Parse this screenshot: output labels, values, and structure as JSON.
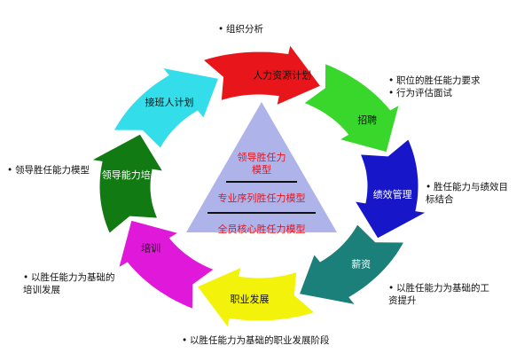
{
  "cycle": {
    "segments": [
      {
        "label": "人力资源计划",
        "color": "#e8151b"
      },
      {
        "label": "招聘",
        "color": "#39d62c"
      },
      {
        "label": "绩效管理",
        "color": "#1717c9"
      },
      {
        "label": "薪资",
        "color": "#1b7f7a"
      },
      {
        "label": "职业发展",
        "color": "#f2f20a"
      },
      {
        "label": "培训",
        "color": "#e018d9"
      },
      {
        "label": "领导能力培养",
        "color": "#127a12"
      },
      {
        "label": "接班人计划",
        "color": "#33ddea"
      }
    ]
  },
  "triangle": {
    "color": "#aeb3ea",
    "levels": [
      "领导胜任力",
      "模型",
      "专业序列胜任力模型",
      "全员核心胜任力模型"
    ]
  },
  "notes": {
    "top": "组织分析",
    "upper_right_1": "职位的胜任能力要求",
    "upper_right_2": "行为评估面试",
    "right": "胜任能力与绩效目标结合",
    "lower_right": "以胜任能力为基础的工资提升",
    "bottom": "以胜任能力为基础的职业发展阶段",
    "lower_left": "以胜任能力为基础的培训发展",
    "left": "领导胜任能力模型"
  }
}
